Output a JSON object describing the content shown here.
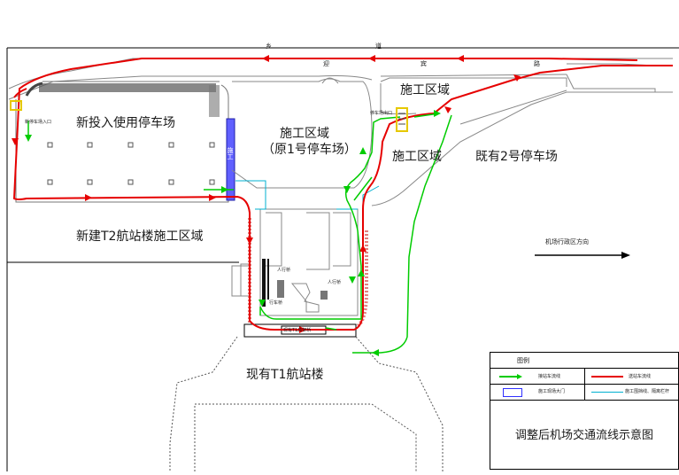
{
  "roads": {
    "road_name_chars": [
      "乡",
      "道",
      "迎",
      "宾",
      "路"
    ]
  },
  "areas": {
    "new_parking": "新投入使用停车场",
    "new_entrance": "新停车场入口",
    "construction_center_line1": "施工区域",
    "construction_center_line2": "（原1号停车场）",
    "construction_right_upper": "施工区域",
    "construction_right_mid": "施工区域",
    "parking_lot_2": "既有2号停车场",
    "parking_exit": "停车场出口",
    "t2_construction": "新建T2航站楼施工区域",
    "t1_terminal": "现有T1航站楼",
    "admin_direction": "机场行政区方向",
    "elevated_bridge": "现有T1高架桥",
    "pedestrian_1": "人行桥",
    "pedestrian_2": "人行桥",
    "vehicle_bridge": "行车桥",
    "blue_gate": "施工"
  },
  "legend": {
    "title": "图例",
    "pickup": "接站车流线",
    "dropoff": "送站车流线",
    "gate": "施工现场大门",
    "fence": "施工围挡线、隔离栏杆",
    "caption": "调整后机场交通流线示意图"
  },
  "colors": {
    "pickup_flow": "#00cc00",
    "dropoff_flow": "#e60000",
    "fence_line": "#00b0d0",
    "gate": "#3030ff",
    "outline": "#000000"
  }
}
